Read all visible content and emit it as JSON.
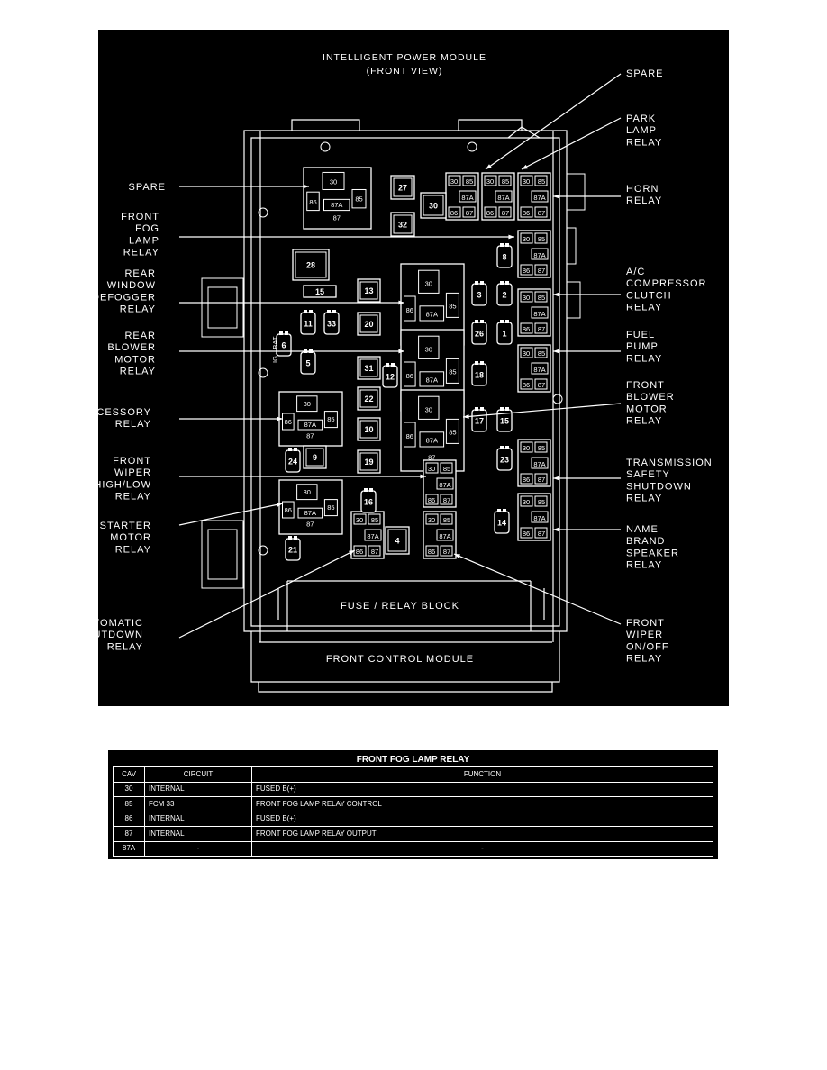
{
  "diagram": {
    "title_line1": "INTELLIGENT POWER MODULE",
    "title_line2": "(FRONT VIEW)",
    "fuse_relay_block": "FUSE / RELAY BLOCK",
    "front_control_module": "FRONT CONTROL MODULE",
    "ig_bat_label": "IG↔BAT",
    "left_labels": [
      {
        "lines": [
          "SPARE"
        ]
      },
      {
        "lines": [
          "FRONT",
          "FOG",
          "LAMP",
          "RELAY"
        ]
      },
      {
        "lines": [
          "REAR",
          "WINDOW",
          "DEFOGGER",
          "RELAY"
        ]
      },
      {
        "lines": [
          "REAR",
          "BLOWER",
          "MOTOR",
          "RELAY"
        ]
      },
      {
        "lines": [
          "ACCESSORY",
          "RELAY"
        ]
      },
      {
        "lines": [
          "FRONT",
          "WIPER",
          "HIGH/LOW",
          "RELAY"
        ]
      },
      {
        "lines": [
          "STARTER",
          "MOTOR",
          "RELAY"
        ]
      },
      {
        "lines": [
          "AUTOMATIC",
          "SHUTDOWN",
          "RELAY"
        ]
      }
    ],
    "right_labels": [
      {
        "lines": [
          "SPARE"
        ]
      },
      {
        "lines": [
          "PARK",
          "LAMP",
          "RELAY"
        ]
      },
      {
        "lines": [
          "HORN",
          "RELAY"
        ]
      },
      {
        "lines": [
          "A/C",
          "COMPRESSOR",
          "CLUTCH",
          "RELAY"
        ]
      },
      {
        "lines": [
          "FUEL",
          "PUMP",
          "RELAY"
        ]
      },
      {
        "lines": [
          "FRONT",
          "BLOWER",
          "MOTOR",
          "RELAY"
        ]
      },
      {
        "lines": [
          "TRANSMISSION",
          "SAFETY",
          "SHUTDOWN",
          "RELAY"
        ]
      },
      {
        "lines": [
          "NAME",
          "BRAND",
          "SPEAKER",
          "RELAY"
        ]
      },
      {
        "lines": [
          "FRONT",
          "WIPER",
          "ON/OFF",
          "RELAY"
        ]
      }
    ],
    "fuse_numbers": [
      "27",
      "32",
      "30",
      "28",
      "13",
      "15",
      "11",
      "33",
      "20",
      "6",
      "5",
      "31",
      "12",
      "22",
      "10",
      "9",
      "19",
      "24",
      "21",
      "16",
      "4",
      "8",
      "3",
      "2",
      "26",
      "1",
      "18",
      "17",
      "15",
      "23",
      "14"
    ],
    "large_relay_pins": [
      "30",
      "86",
      "87A",
      "85",
      "87"
    ],
    "micro_relay_pins": [
      "30",
      "85",
      "87A",
      "86",
      "87"
    ]
  },
  "table": {
    "title": "FRONT FOG LAMP RELAY",
    "headers": [
      "CAV",
      "CIRCUIT",
      "FUNCTION"
    ],
    "rows": [
      {
        "cav": "30",
        "circuit": "INTERNAL",
        "function": "FUSED B(+)"
      },
      {
        "cav": "85",
        "circuit": "FCM 33",
        "function": "FRONT FOG LAMP RELAY CONTROL"
      },
      {
        "cav": "86",
        "circuit": "INTERNAL",
        "function": "FUSED B(+)"
      },
      {
        "cav": "87",
        "circuit": "INTERNAL",
        "function": "FRONT FOG LAMP RELAY OUTPUT"
      },
      {
        "cav": "87A",
        "circuit": "-",
        "function": "-"
      }
    ]
  }
}
